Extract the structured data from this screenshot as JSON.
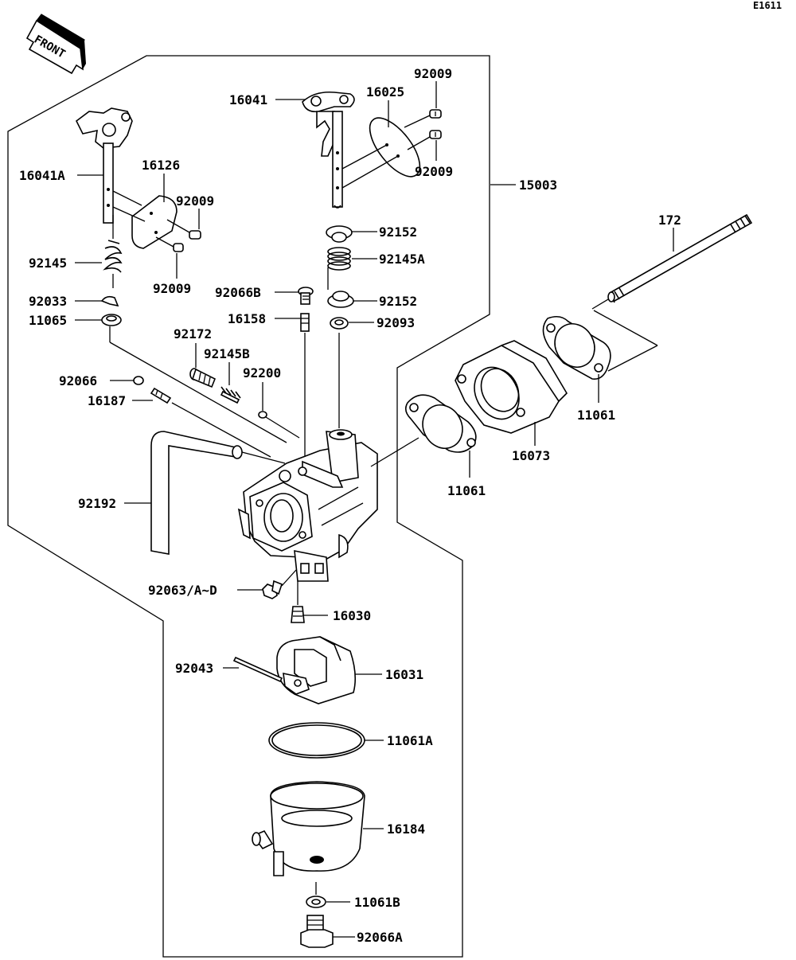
{
  "diagram_code": "E1611",
  "front_arrow_label": "FRONT",
  "parts": [
    {
      "key": "p15003",
      "number": "15003"
    },
    {
      "key": "p16041",
      "number": "16041"
    },
    {
      "key": "p16025",
      "number": "16025"
    },
    {
      "key": "p92009a",
      "number": "92009"
    },
    {
      "key": "p92009b",
      "number": "92009"
    },
    {
      "key": "p16041A",
      "number": "16041A"
    },
    {
      "key": "p16126",
      "number": "16126"
    },
    {
      "key": "p92009c",
      "number": "92009"
    },
    {
      "key": "p92009d",
      "number": "92009"
    },
    {
      "key": "p92145",
      "number": "92145"
    },
    {
      "key": "p92033",
      "number": "92033"
    },
    {
      "key": "p11065",
      "number": "11065"
    },
    {
      "key": "p92152a",
      "number": "92152"
    },
    {
      "key": "p92145A",
      "number": "92145A"
    },
    {
      "key": "p92066B",
      "number": "92066B"
    },
    {
      "key": "p92152b",
      "number": "92152"
    },
    {
      "key": "p16158",
      "number": "16158"
    },
    {
      "key": "p92093",
      "number": "92093"
    },
    {
      "key": "p92172",
      "number": "92172"
    },
    {
      "key": "p92145B",
      "number": "92145B"
    },
    {
      "key": "p92200",
      "number": "92200"
    },
    {
      "key": "p92066",
      "number": "92066"
    },
    {
      "key": "p16187",
      "number": "16187"
    },
    {
      "key": "p92192",
      "number": "92192"
    },
    {
      "key": "p172",
      "number": "172"
    },
    {
      "key": "p11061a",
      "number": "11061"
    },
    {
      "key": "p16073",
      "number": "16073"
    },
    {
      "key": "p11061b",
      "number": "11061"
    },
    {
      "key": "p92063",
      "number": "92063/A~D"
    },
    {
      "key": "p16030",
      "number": "16030"
    },
    {
      "key": "p92043",
      "number": "92043"
    },
    {
      "key": "p16031",
      "number": "16031"
    },
    {
      "key": "p11061A",
      "number": "11061A"
    },
    {
      "key": "p16184",
      "number": "16184"
    },
    {
      "key": "p11061B",
      "number": "11061B"
    },
    {
      "key": "p92066A",
      "number": "92066A"
    }
  ]
}
